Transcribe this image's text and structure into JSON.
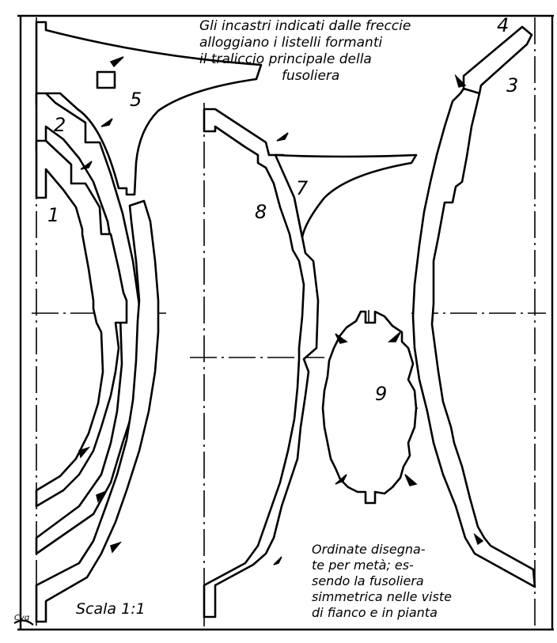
{
  "note_top": {
    "lines": [
      "Gli incastri indicati dalle freccie",
      "alloggiano i listelli formanti",
      "il traliccio principale della",
      "fusoliera"
    ]
  },
  "note_bottom": {
    "lines": [
      "Ordinate disegna-",
      "te per metà; es-",
      "sendo la fusoliera",
      "simmetrica nelle viste",
      "di fianco e in pianta"
    ]
  },
  "scale_label": "Scala 1:1",
  "signature": "Cyg",
  "parts": [
    {
      "id": "1",
      "label": "1"
    },
    {
      "id": "2",
      "label": "2"
    },
    {
      "id": "3",
      "label": "3"
    },
    {
      "id": "4",
      "label": "4"
    },
    {
      "id": "5",
      "label": "5"
    },
    {
      "id": "7",
      "label": "7"
    },
    {
      "id": "8",
      "label": "8"
    },
    {
      "id": "9",
      "label": "9"
    }
  ],
  "colors": {
    "ink": "#000000",
    "paper": "#ffffff"
  }
}
